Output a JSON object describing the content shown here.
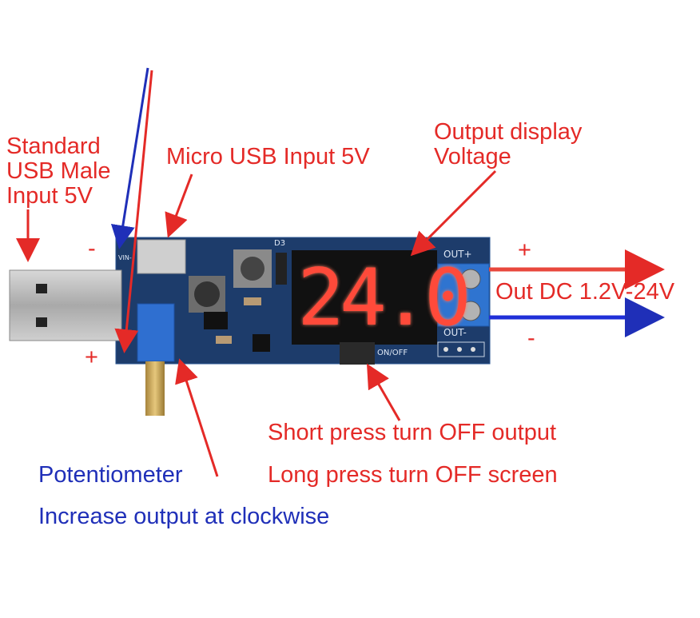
{
  "labels": {
    "usb_male": [
      "Standard",
      "USB Male",
      "Input 5V"
    ],
    "micro_usb": "Micro USB Input 5V",
    "output_display": [
      "Output display",
      "Voltage"
    ],
    "out_plus": "+",
    "out_minus": "-",
    "out_range": "Out DC 1.2V-24V",
    "vin_minus": "-",
    "vin_plus": "+",
    "button_short": "Short press turn OFF output",
    "button_long": "Long press turn OFF screen",
    "potentiometer": "Potentiometer",
    "pot_direction": "Increase output at clockwise"
  },
  "board": {
    "display_value": "24.0",
    "silk_out_plus": "OUT+",
    "silk_out_minus": "OUT-",
    "silk_onoff": "ON/OFF",
    "silk_d3": "D3",
    "silk_vin": "VIN-"
  },
  "colors": {
    "annotation_red": "#e42a27",
    "annotation_blue": "#1f2fb8",
    "pcb": "#1d3c6b"
  }
}
